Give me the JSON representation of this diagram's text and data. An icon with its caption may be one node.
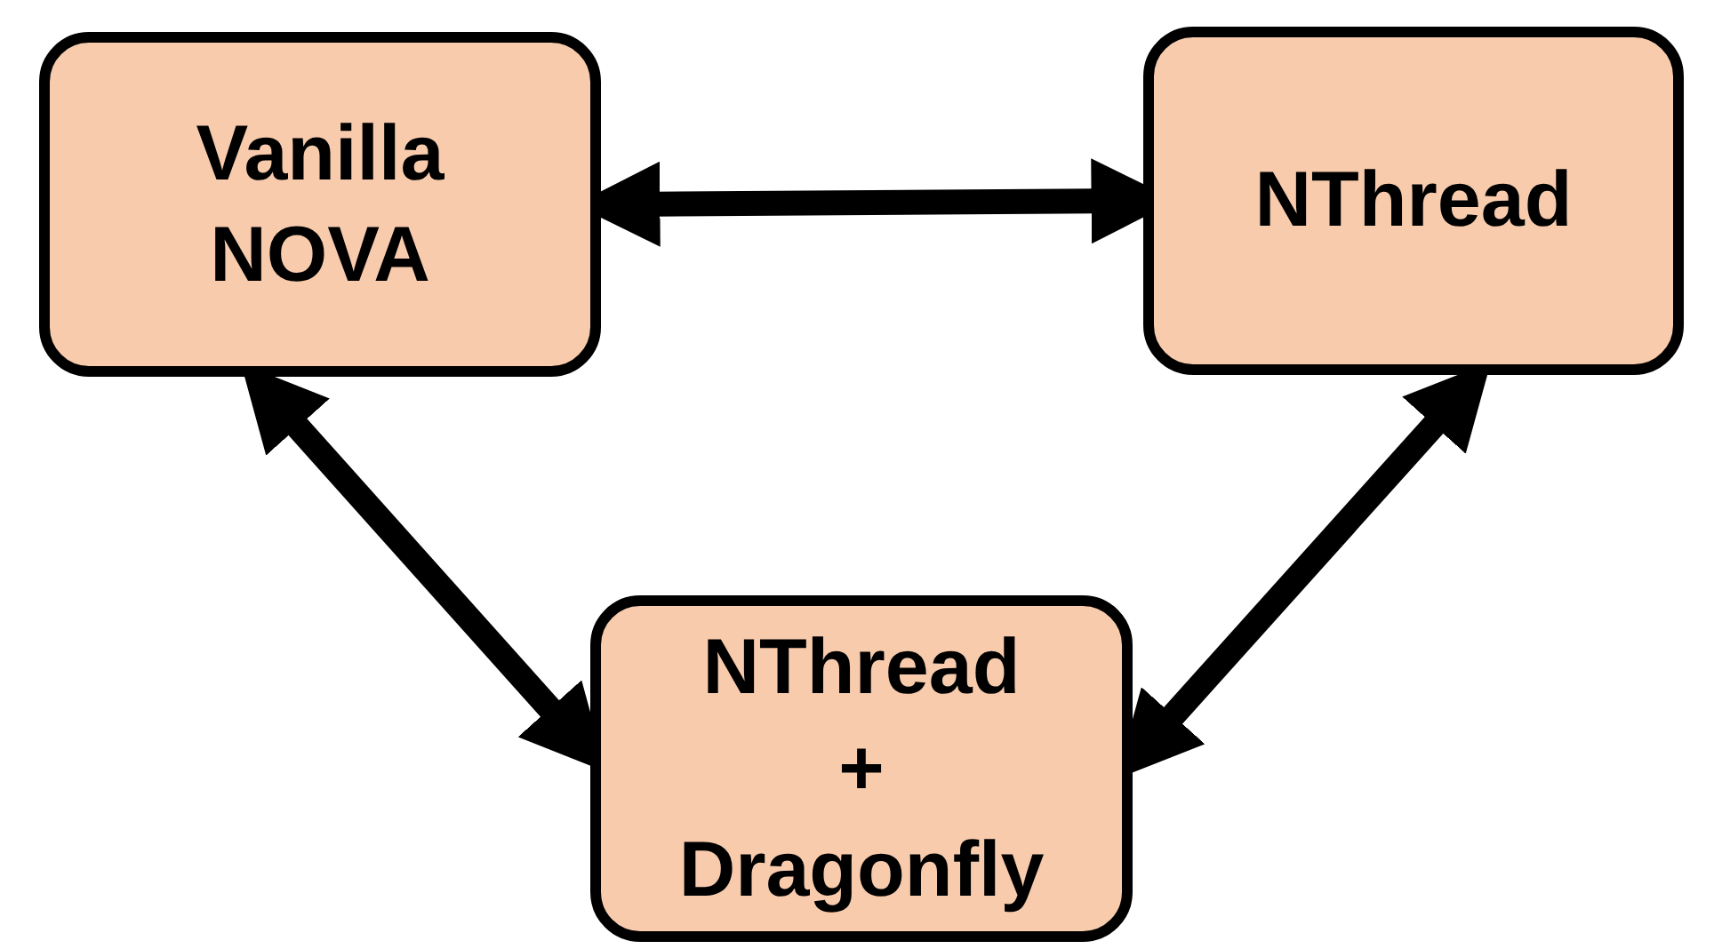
{
  "diagram": {
    "nodes": [
      {
        "text": [
          "Vanilla NOVA"
        ]
      },
      {
        "text": [
          "NThread"
        ]
      },
      {
        "text": [
          "NThread + Dragonfly"
        ]
      }
    ],
    "edges": [
      {
        "from": 0,
        "to": 1,
        "arrow": "both"
      },
      {
        "from": 0,
        "to": 2,
        "arrow": "both"
      },
      {
        "from": 1,
        "to": 2,
        "arrow": "both"
      }
    ]
  }
}
